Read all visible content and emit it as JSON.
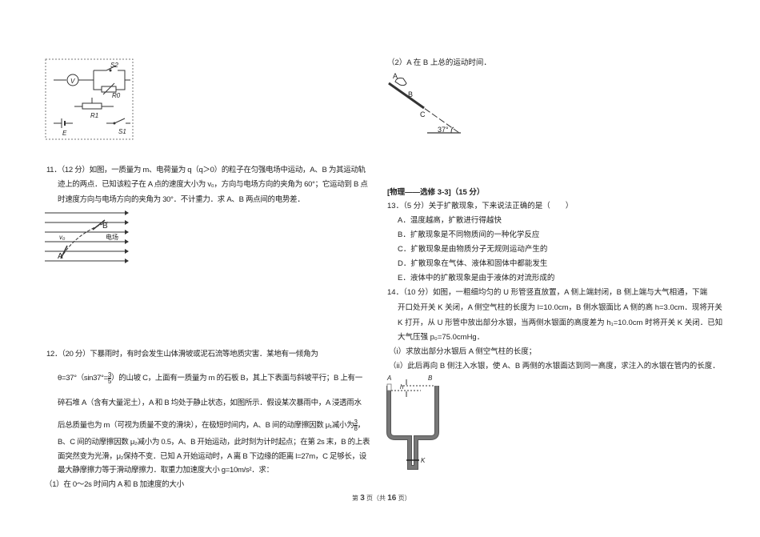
{
  "left": {
    "circuit_labels": {
      "s2": "S2",
      "r0": "R0",
      "r1": "R1",
      "e": "E",
      "s1": "S1",
      "v": "V"
    },
    "q11": {
      "lines": [
        "11．（12 分）如图，一质量为 m、电荷量为 q（q＞0）的粒子在匀强电场中运动，A、B 为其运动轨",
        "迹上的两点．已知该粒子在 A 点的速度大小为 v₀，方向与电场方向的夹角为 60°；它运动到 B 点",
        "时速度方向与电场方向的夹角为 30°．不计重力．求 A、B 两点间的电势差．"
      ],
      "figure_labels": {
        "b": "B",
        "a": "A",
        "v0": "v₀",
        "field": "电场"
      }
    },
    "q12": {
      "line1": "12．（20 分）下暴雨时，有时会发生山体滑坡或泥石流等地质灾害．某地有一倾角为",
      "line2_pre": "θ=37°（sin37°=",
      "line2_frac": [
        "3",
        "5"
      ],
      "line2_post": "）的山坡 C，上面有一质量为 m 的石板 B，其上下表面与斜坡平行；B 上有一",
      "line3": "碎石堆 A（含有大量泥土），A 和 B 均处于静止状态，如图所示．假设某次暴雨中，A 浸透雨水",
      "line4_pre": "后总质量也为 m（可视为质量不变的滑块），在极短时间内，A、B 间的动摩擦因数 μ₁减小为",
      "line4_frac": [
        "3",
        "8"
      ],
      "line4_post": "，",
      "line5": "B、C 间的动摩擦因数 μ₂减小为 0.5，A、B 开始运动，此时刻为计时起点；在第 2s 末，B 的上表",
      "line6": "面突然变为光滑，μ₂保持不变．已知 A 开始运动时，A 离 B 下边缘的距离 l=27m，C 足够长，设",
      "line7": "最大静摩擦力等于滑动摩擦力．取重力加速度大小 g=10m/s²．求：",
      "part1": "（1）在 0～2s 时间内 A 和 B 加速度的大小"
    }
  },
  "right": {
    "part2": "（2）A 在 B 上总的运动时间．",
    "incline_labels": {
      "a": "A",
      "b": "B",
      "c": "C",
      "angle": "37°"
    },
    "section_title": "[物理——选修 3-3]（15 分）",
    "q13": {
      "stem": "13．（5 分）关于扩散现象，下来说法正确的是（　　）",
      "options": [
        "A．温度越高，扩散进行得越快",
        "B．扩散现象是不同物质间的一种化学反应",
        "C．扩散现象是由物质分子无规则运动产生的",
        "D．扩散现象在气体、液体和固体中都能发生",
        "E．液体中的扩散现象是由于液体的对流形成的"
      ]
    },
    "q14": {
      "lines": [
        "14．（10 分）如图，一粗细均匀的 U 形管竖直放置，A 侧上端封闭，B 侧上端与大气相通，下端",
        "开口处开关 K 关闭，A 侧空气柱的长度为 l=10.0cm，B 侧水银面比 A 侧的高 h=3.0cm．现将开关",
        "K 打开，从 U 形管中放出部分水银，当两侧水银面的高度差为 h₁=10.0cm 时将开关 K 关闭．已知",
        "大气压强 p₀=75.0cmHg．"
      ],
      "part_i": "（i）求放出部分水银后 A 侧空气柱的长度；",
      "part_ii": "（ii）此后再向 B 侧注入水银，使 A、B 两侧的水银面达到同一高度，求注入的水银在管内的长度．",
      "figure_labels": {
        "a": "A",
        "b": "B",
        "h": "h",
        "k": "K"
      }
    }
  },
  "footer": {
    "pre": "第 ",
    "page": "3",
    "mid": " 页（共 ",
    "total": "16",
    "post": " 页）"
  }
}
